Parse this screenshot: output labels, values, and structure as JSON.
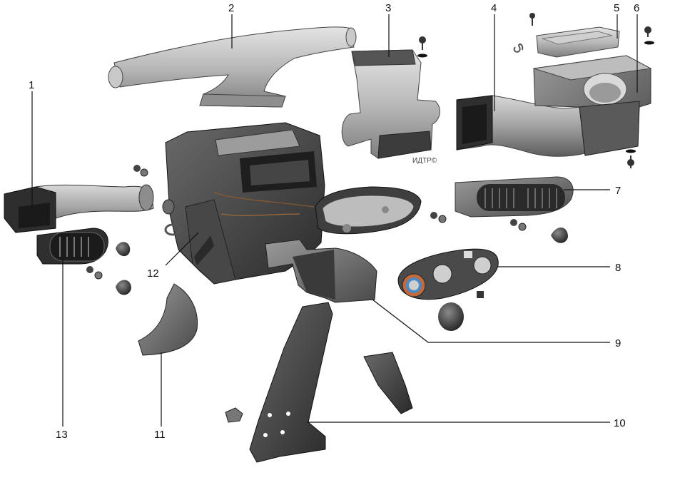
{
  "diagram": {
    "callouts": [
      {
        "id": "c1",
        "label": "1"
      },
      {
        "id": "c2",
        "label": "2"
      },
      {
        "id": "c3",
        "label": "3"
      },
      {
        "id": "c4",
        "label": "4"
      },
      {
        "id": "c5",
        "label": "5"
      },
      {
        "id": "c6",
        "label": "6"
      },
      {
        "id": "c7",
        "label": "7"
      },
      {
        "id": "c8",
        "label": "8"
      },
      {
        "id": "c9",
        "label": "9"
      },
      {
        "id": "c10",
        "label": "10"
      },
      {
        "id": "c11",
        "label": "11"
      },
      {
        "id": "c12",
        "label": "12"
      },
      {
        "id": "c13",
        "label": "13"
      }
    ],
    "watermark": "ИДТР©"
  }
}
